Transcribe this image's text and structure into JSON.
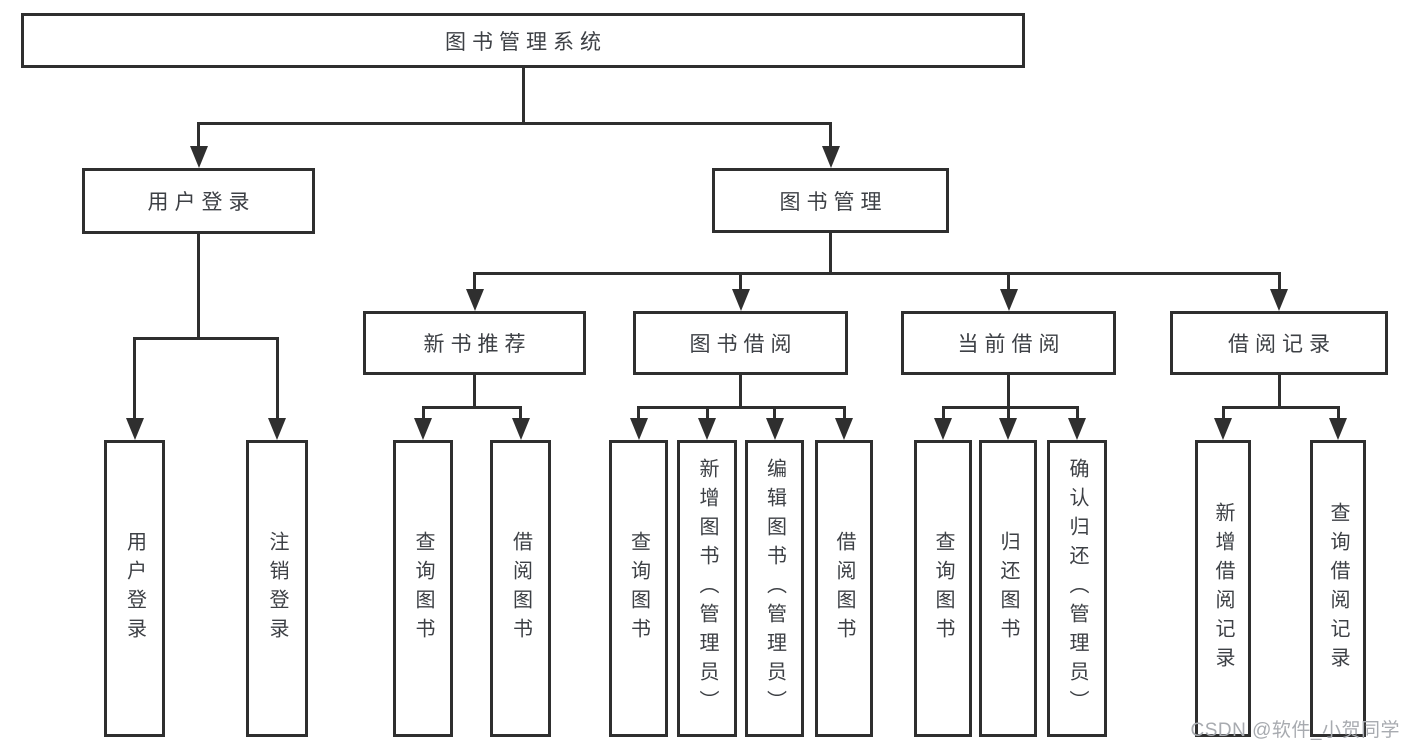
{
  "diagram": {
    "title": "图书管理系统",
    "nodes": [
      {
        "id": "root",
        "label": "图书管理系统",
        "parent": null
      },
      {
        "id": "user-login",
        "label": "用户登录",
        "parent": "root"
      },
      {
        "id": "book-mgmt",
        "label": "图书管理",
        "parent": "root"
      },
      {
        "id": "new-book-rec",
        "label": "新书推荐",
        "parent": "book-mgmt"
      },
      {
        "id": "book-borrow",
        "label": "图书借阅",
        "parent": "book-mgmt"
      },
      {
        "id": "current-borrow",
        "label": "当前借阅",
        "parent": "book-mgmt"
      },
      {
        "id": "borrow-records",
        "label": "借阅记录",
        "parent": "book-mgmt"
      },
      {
        "id": "login-user",
        "label": "用户登录",
        "parent": "user-login"
      },
      {
        "id": "logout-user",
        "label": "注销登录",
        "parent": "user-login"
      },
      {
        "id": "rec-query-book",
        "label": "查询图书",
        "parent": "new-book-rec"
      },
      {
        "id": "rec-borrow-book",
        "label": "借阅图书",
        "parent": "new-book-rec"
      },
      {
        "id": "bb-query-book",
        "label": "查询图书",
        "parent": "book-borrow"
      },
      {
        "id": "bb-add-book",
        "label": "新增图书（管理员）",
        "parent": "book-borrow"
      },
      {
        "id": "bb-edit-book",
        "label": "编辑图书（管理员）",
        "parent": "book-borrow"
      },
      {
        "id": "bb-borrow-book",
        "label": "借阅图书",
        "parent": "book-borrow"
      },
      {
        "id": "cb-query-book",
        "label": "查询图书",
        "parent": "current-borrow"
      },
      {
        "id": "cb-return-book",
        "label": "归还图书",
        "parent": "current-borrow"
      },
      {
        "id": "cb-confirm-return",
        "label": "确认归还（管理员）",
        "parent": "current-borrow"
      },
      {
        "id": "br-add-record",
        "label": "新增借阅记录",
        "parent": "borrow-records"
      },
      {
        "id": "br-query-record",
        "label": "查询借阅记录",
        "parent": "borrow-records"
      }
    ]
  },
  "watermark": {
    "text": "CSDN @软件_小贺同学"
  },
  "colors": {
    "line": "#2f2f2f",
    "text": "#3d4045",
    "background": "#ffffff",
    "watermark": "#a8abb0"
  }
}
